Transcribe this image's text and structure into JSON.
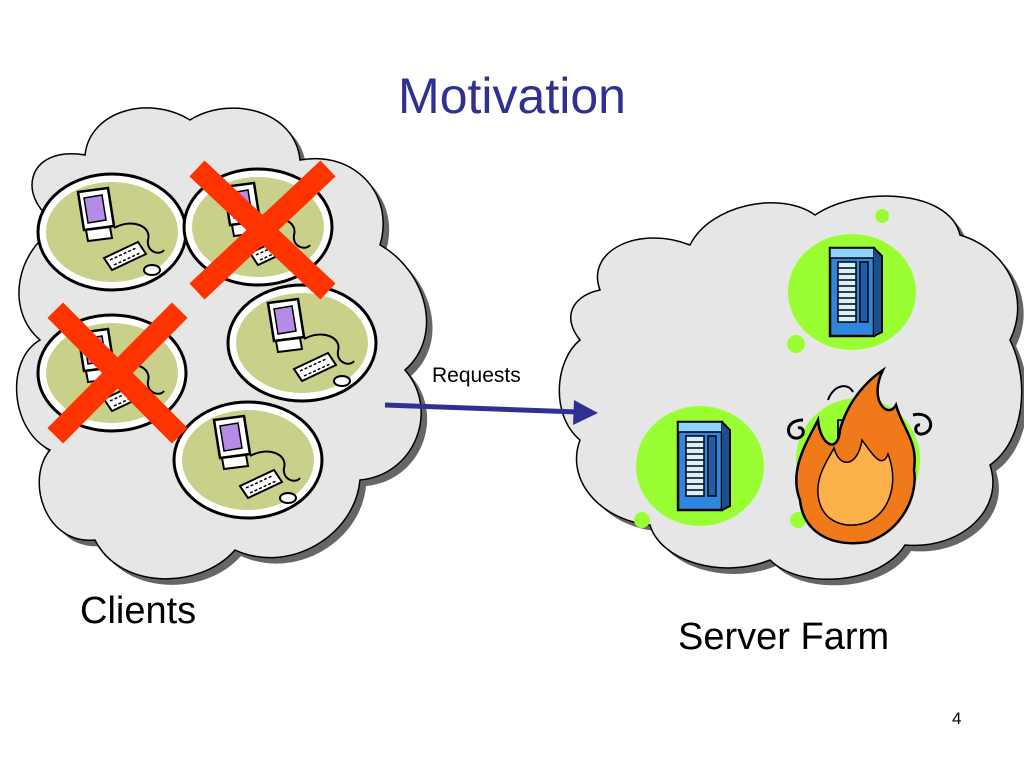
{
  "slide": {
    "title": "Motivation",
    "clients_label": "Clients",
    "server_label": "Server Farm",
    "arrow_label": "Requests",
    "page_number": "4"
  },
  "icons": {
    "client": "computer-icon",
    "failed": "red-x-icon",
    "server": "server-tower-icon",
    "fire": "fire-icon"
  },
  "colors": {
    "title": "#2E3192",
    "arrow": "#2E3192",
    "cloud_fill": "#E6E6E6",
    "failure_x": "#FF3300",
    "server_blob": "#99FF33",
    "client_blob": "#C8D08A"
  }
}
